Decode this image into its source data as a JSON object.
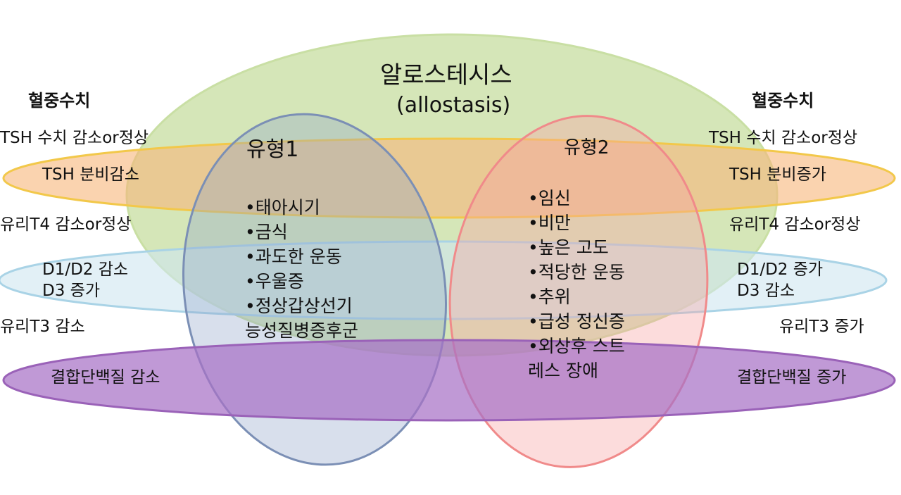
{
  "colors": {
    "allostasis": "#c5dc9c",
    "tsh_band": "#f7b67a",
    "deiodinase_band": "#cfe6f0",
    "binding_band": "#a772c6",
    "type1": "#8fa3c9",
    "type2": "#f6a2a2"
  },
  "allostasis": {
    "title": "알로스테시스",
    "subtitle": "(allostasis)"
  },
  "left": {
    "heading": "혈중수치",
    "tsh_level": "TSH 수치 감소or정상",
    "tsh_secretion": "TSH 분비감소",
    "free_t4": "유리T4 감소or정상",
    "d1d2": "D1/D2 감소",
    "d3": "D3 증가",
    "free_t3": "유리T3 감소",
    "binding_protein": "결합단백질 감소"
  },
  "right": {
    "heading": "혈중수치",
    "tsh_level": "TSH 수치 감소or정상",
    "tsh_secretion": "TSH 분비증가",
    "free_t4": "유리T4 감소or정상",
    "d1d2": "D1/D2 증가",
    "d3": "D3 감소",
    "free_t3": "유리T3 증가",
    "binding_protein": "결합단백질 증가"
  },
  "type1": {
    "title": "유형1",
    "items": [
      "•태아시기",
      "•금식",
      "•과도한 운동",
      "•우울증",
      "•정상갑상선기",
      "능성질병증후군"
    ]
  },
  "type2": {
    "title": "유형2",
    "items": [
      "•임신",
      "•비만",
      "•높은 고도",
      "•적당한 운동",
      "•추위",
      "•급성 정신증",
      "•외상후 스트",
      "레스 장애"
    ]
  }
}
